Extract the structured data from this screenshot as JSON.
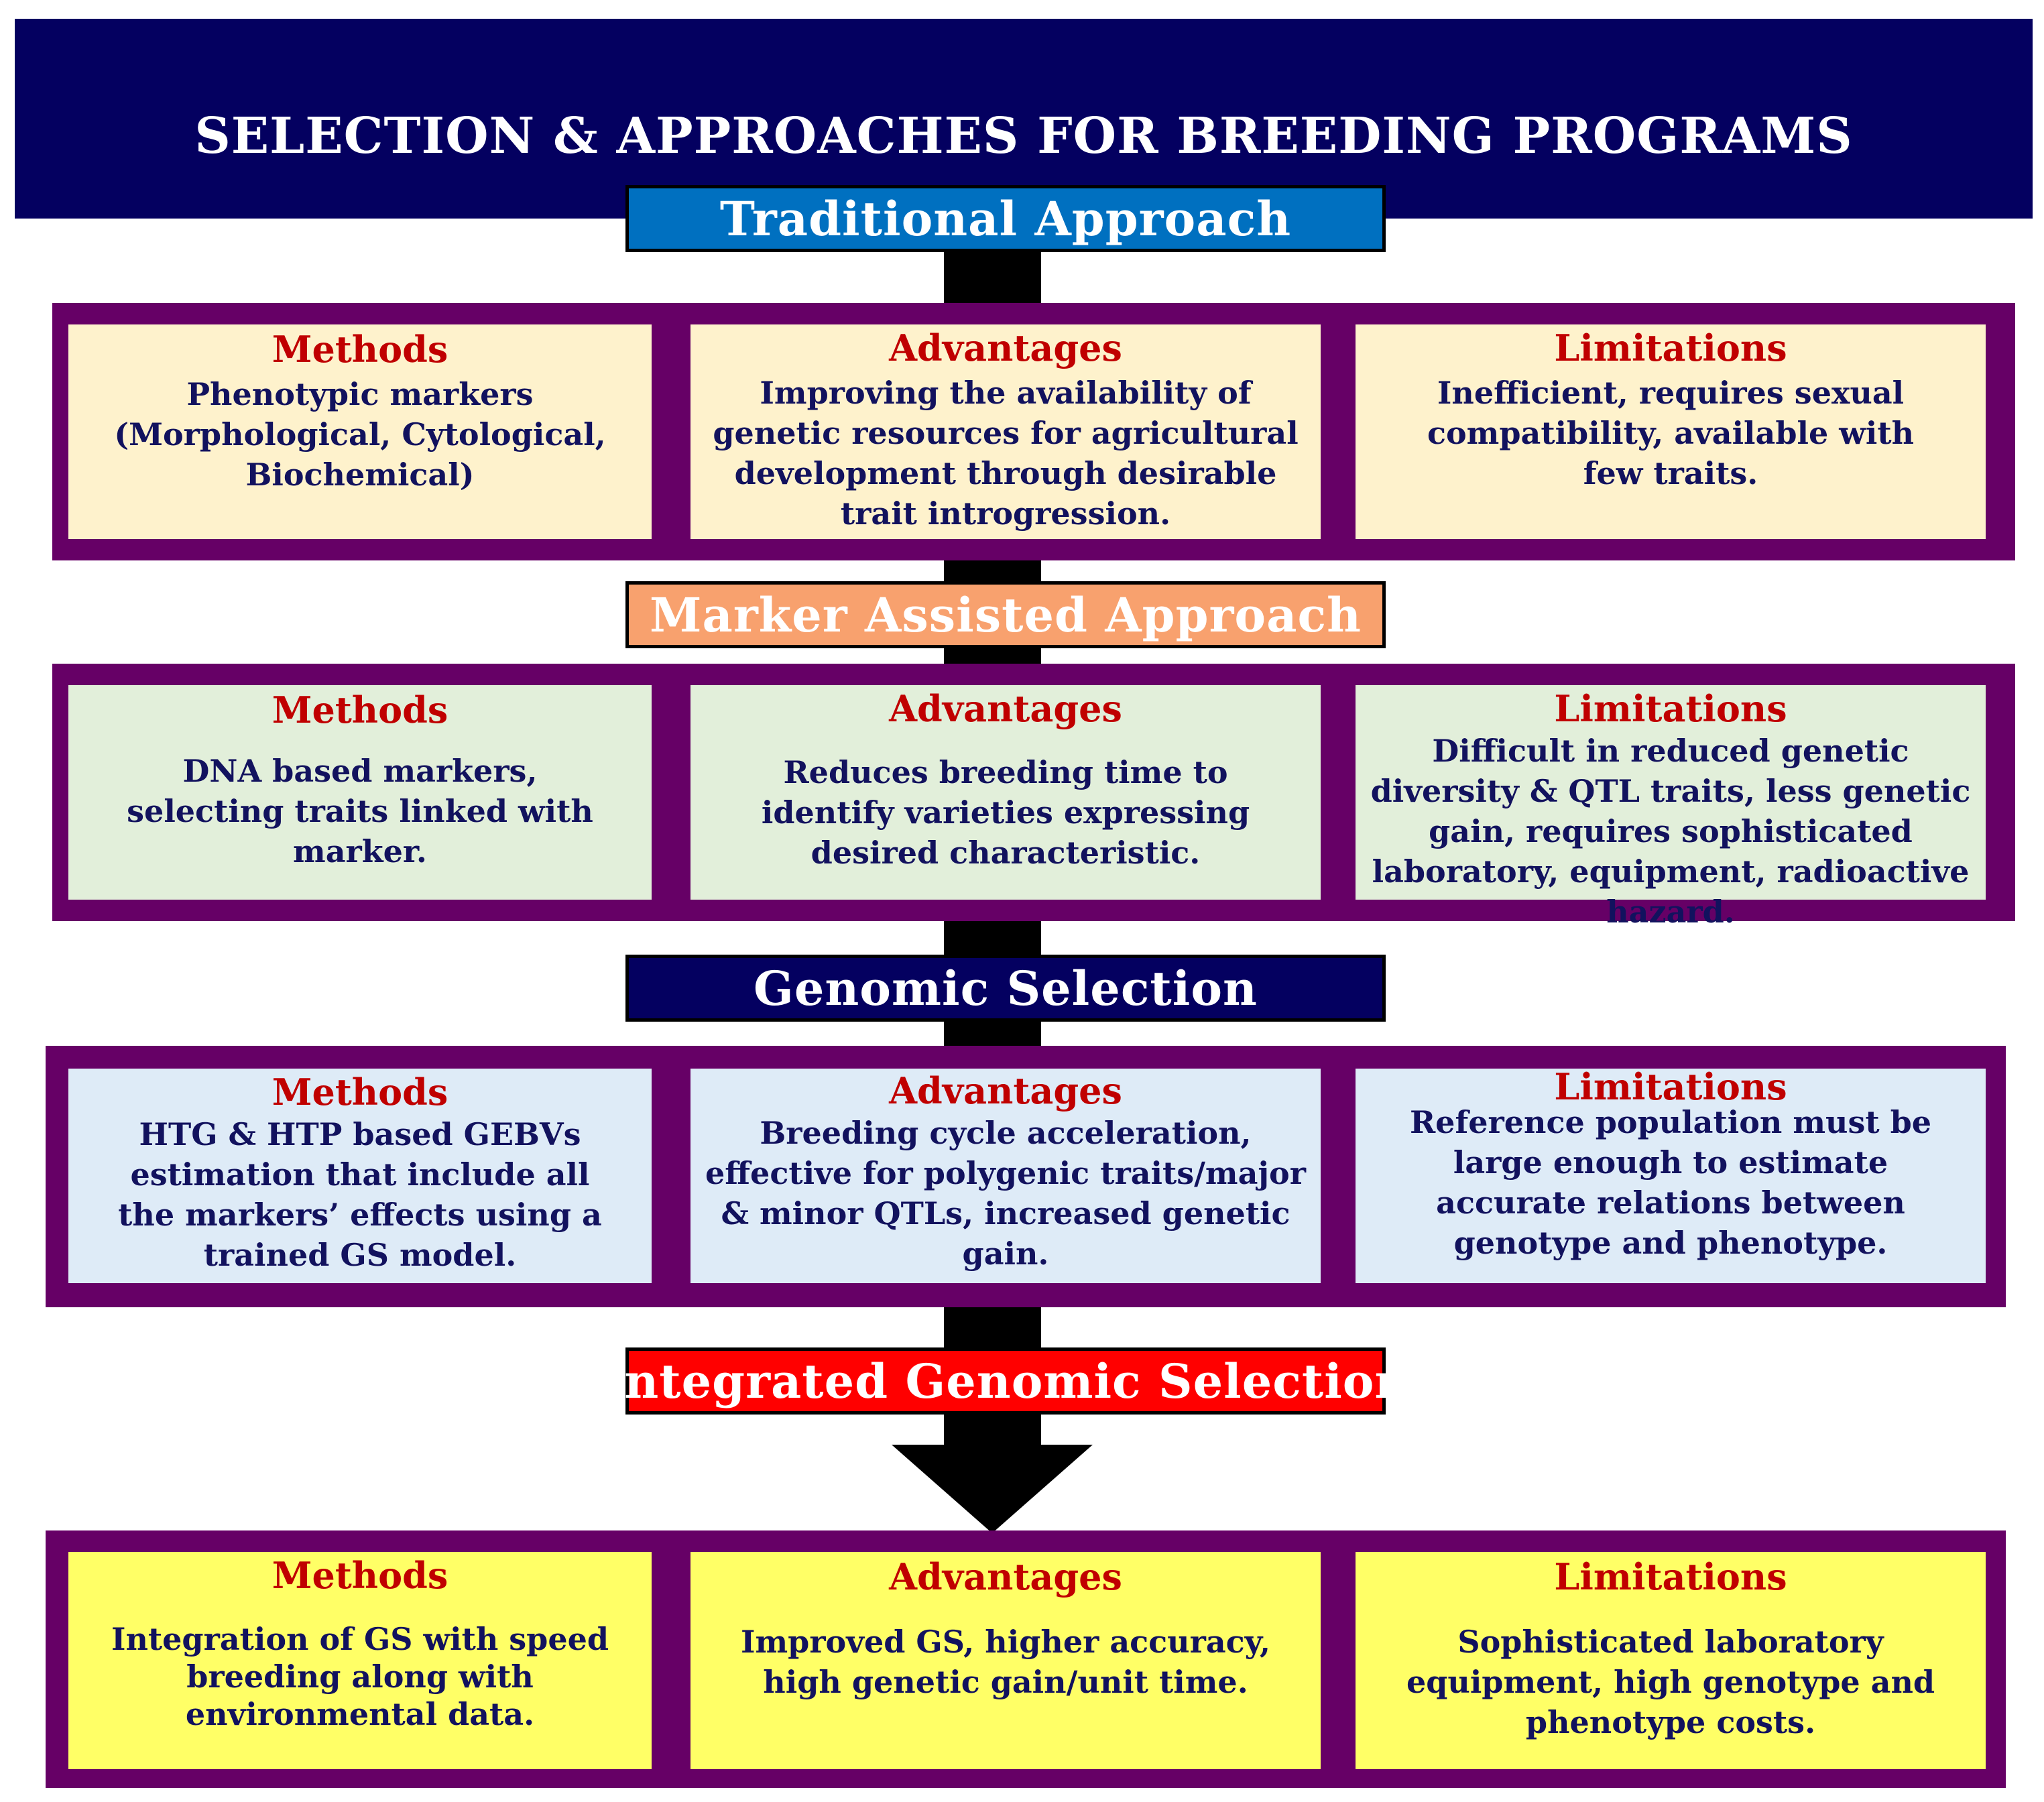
{
  "title": "SELECTION & APPROACHES FOR BREEDING PROGRAMS",
  "colors": {
    "banner": "#040060",
    "row_border": "#660066",
    "heading_red": "#c00000",
    "body_text": "#12125e",
    "arrow": "#000000"
  },
  "stages": [
    {
      "label": "Traditional Approach",
      "label_color": "#0070c0",
      "cell_color": "#fef2cc",
      "methods": {
        "heading": "Methods",
        "text": "Phenotypic markers (Morphological, Cytological, Biochemical)"
      },
      "advantages": {
        "heading": "Advantages",
        "text": "Improving the availability of genetic resources for agricultural development through desirable trait introgression."
      },
      "limitations": {
        "heading": "Limitations",
        "text": "Inefficient, requires sexual compatibility, available with few traits."
      }
    },
    {
      "label": "Marker Assisted Approach",
      "label_color": "#f8a16e",
      "cell_color": "#e2efda",
      "methods": {
        "heading": "Methods",
        "text": "DNA based markers, selecting traits linked with marker."
      },
      "advantages": {
        "heading": "Advantages",
        "text": "Reduces breeding time to identify varieties expressing desired characteristic."
      },
      "limitations": {
        "heading": "Limitations",
        "text": "Difficult in reduced genetic diversity & QTL traits, less genetic gain, requires sophisticated laboratory, equipment, radioactive hazard."
      }
    },
    {
      "label": "Genomic Selection",
      "label_color": "#040060",
      "cell_color": "#deebf7",
      "methods": {
        "heading": "Methods",
        "text": "HTG & HTP based GEBVs estimation that include all the markers’ effects using a trained GS model."
      },
      "advantages": {
        "heading": "Advantages",
        "text": "Breeding cycle acceleration, effective for polygenic traits/major & minor QTLs, increased genetic gain."
      },
      "limitations": {
        "heading": "Limitations",
        "text": "Reference population must be large enough to estimate accurate relations between genotype and phenotype."
      }
    },
    {
      "label": "Integrated Genomic Selection",
      "label_color": "#ff0000",
      "cell_color": "#ffff66",
      "methods": {
        "heading": "Methods",
        "text": "Integration of GS with speed breeding along with environmental data."
      },
      "advantages": {
        "heading": "Advantages",
        "text": "Improved GS, higher accuracy, high genetic gain/unit time."
      },
      "limitations": {
        "heading": "Limitations",
        "text": "Sophisticated laboratory equipment, high genotype and phenotype costs."
      }
    }
  ]
}
